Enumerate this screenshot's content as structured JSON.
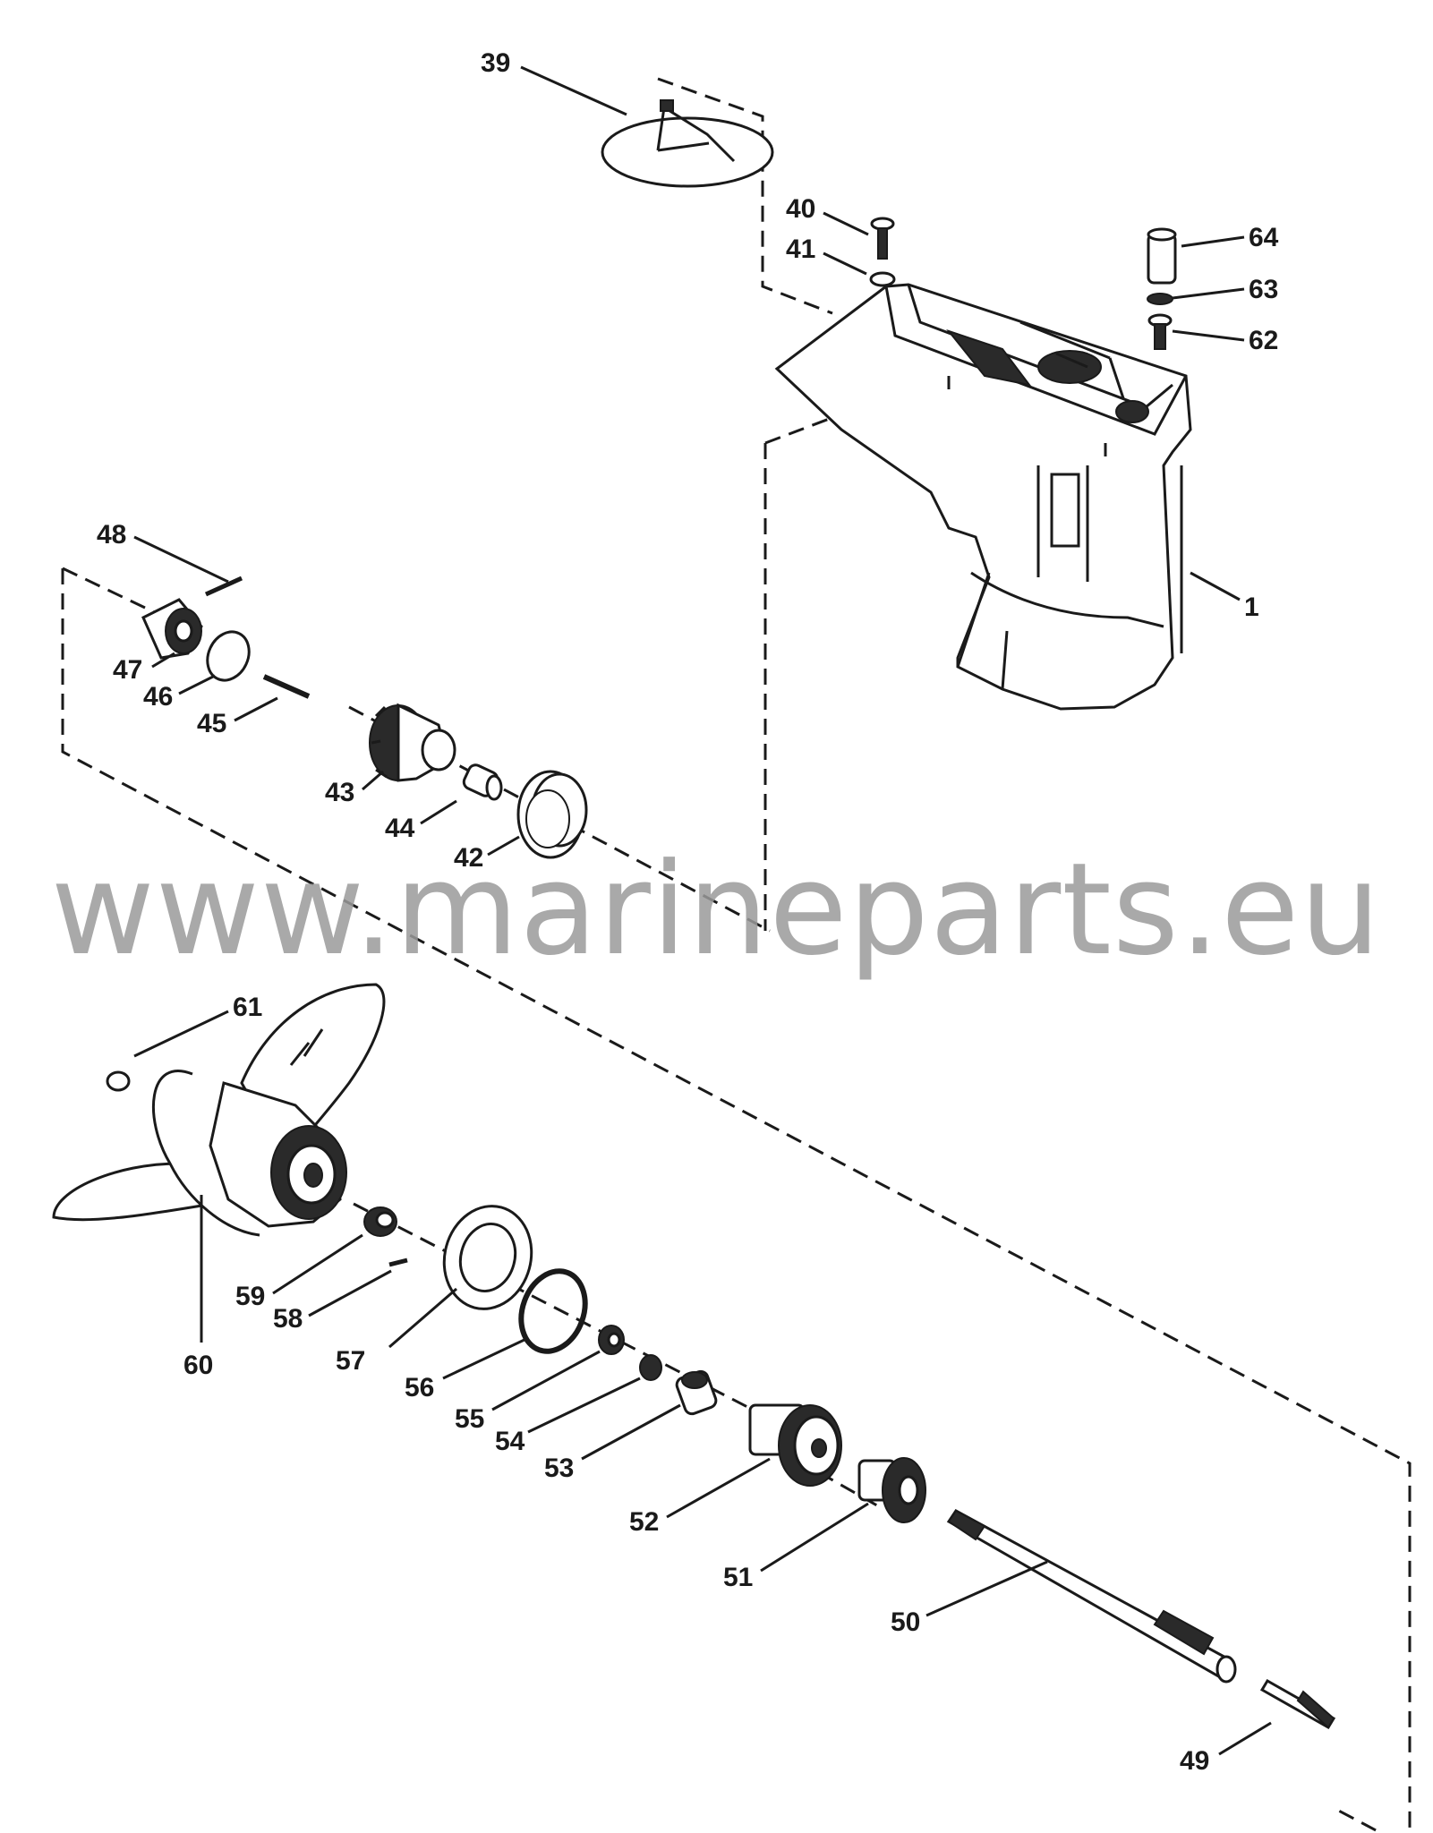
{
  "watermark": "www.marineparts.eu",
  "callouts": {
    "c1": "1",
    "c39": "39",
    "c40": "40",
    "c41": "41",
    "c42": "42",
    "c43": "43",
    "c44": "44",
    "c45": "45",
    "c46": "46",
    "c47": "47",
    "c48": "48",
    "c49": "49",
    "c50": "50",
    "c51": "51",
    "c52": "52",
    "c53": "53",
    "c54": "54",
    "c55": "55",
    "c56": "56",
    "c57": "57",
    "c58": "58",
    "c59": "59",
    "c60": "60",
    "c61": "61",
    "c62": "62",
    "c63": "63",
    "c64": "64"
  }
}
